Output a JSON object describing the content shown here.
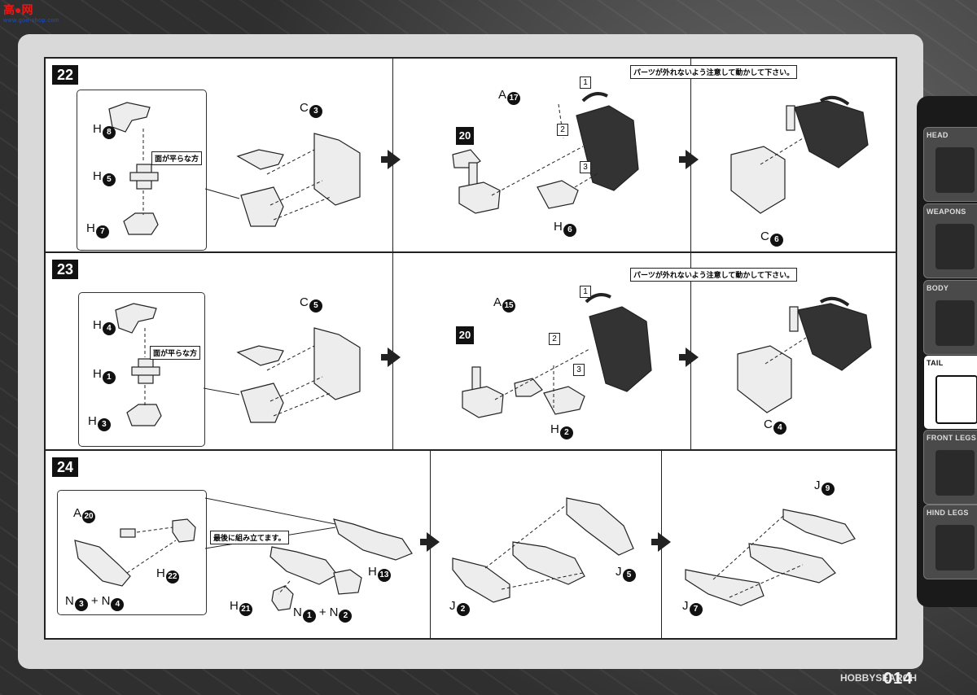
{
  "watermark": {
    "main": "高●网",
    "sub": "www.goo-shop.com"
  },
  "page_number": "014",
  "footer_logo": "HOBBYSEARCH",
  "sidebar": {
    "tabs": [
      {
        "label": "HEAD"
      },
      {
        "label": "WEAPONS"
      },
      {
        "label": "BODY"
      },
      {
        "label": "TAIL"
      },
      {
        "label": "FRONT LEGS"
      },
      {
        "label": "HIND LEGS"
      }
    ],
    "active": "TAIL"
  },
  "steps": [
    {
      "number": "22",
      "note": "面が平らな方",
      "callout": "パーツが外れないよう注意して動かして下さい。",
      "parts": {
        "inset_top": {
          "letter": "H",
          "num": "8"
        },
        "inset_mid": {
          "letter": "H",
          "num": "5"
        },
        "inset_bot": {
          "letter": "H",
          "num": "7"
        },
        "frame": {
          "letter": "C",
          "num": "3"
        },
        "part20": "20",
        "a_part": {
          "letter": "A",
          "num": "17"
        },
        "h_part": {
          "letter": "H",
          "num": "6"
        },
        "c_part": {
          "letter": "C",
          "num": "6"
        }
      },
      "order": [
        "1",
        "2",
        "3"
      ]
    },
    {
      "number": "23",
      "note": "面が平らな方",
      "callout": "パーツが外れないよう注意して動かして下さい。",
      "parts": {
        "inset_top": {
          "letter": "H",
          "num": "4"
        },
        "inset_mid": {
          "letter": "H",
          "num": "1"
        },
        "inset_bot": {
          "letter": "H",
          "num": "3"
        },
        "frame": {
          "letter": "C",
          "num": "5"
        },
        "part20": "20",
        "a_part": {
          "letter": "A",
          "num": "15"
        },
        "h_part": {
          "letter": "H",
          "num": "2"
        },
        "c_part": {
          "letter": "C",
          "num": "4"
        }
      },
      "order": [
        "1",
        "2",
        "3"
      ]
    },
    {
      "number": "24",
      "note": "最後に組み立てます。",
      "parts": {
        "a_part": {
          "letter": "A",
          "num": "20"
        },
        "h22": {
          "letter": "H",
          "num": "22"
        },
        "n34": {
          "letter": "N",
          "a": "3",
          "b": "4"
        },
        "h21": {
          "letter": "H",
          "num": "21"
        },
        "n12": {
          "letter": "N",
          "a": "1",
          "b": "2"
        },
        "h13": {
          "letter": "H",
          "num": "13"
        },
        "j2": {
          "letter": "J",
          "num": "2"
        },
        "j5": {
          "letter": "J",
          "num": "5"
        },
        "j9": {
          "letter": "J",
          "num": "9"
        },
        "j7": {
          "letter": "J",
          "num": "7"
        }
      }
    }
  ]
}
